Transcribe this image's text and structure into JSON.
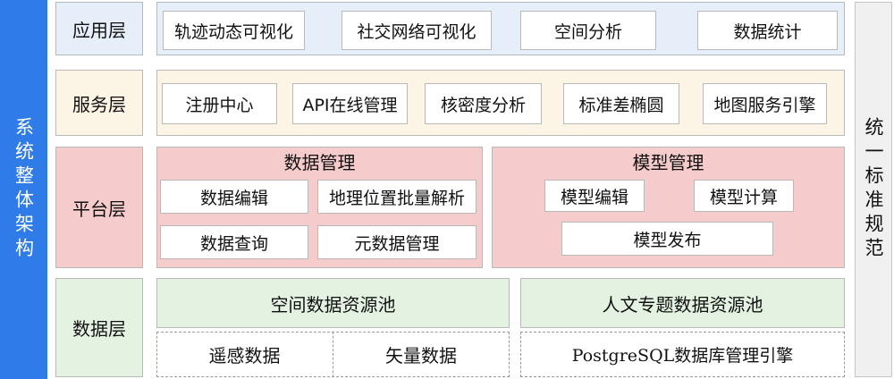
{
  "left_title": "系统整体架构",
  "right_title": "统一标准规范",
  "layers": {
    "app": {
      "label": "应用层",
      "items": [
        "轨迹动态可视化",
        "社交网络可视化",
        "空间分析",
        "数据统计"
      ]
    },
    "service": {
      "label": "服务层",
      "items": [
        "注册中心",
        "API在线管理",
        "核密度分析",
        "标准差椭圆",
        "地图服务引擎"
      ]
    },
    "platform": {
      "label": "平台层",
      "data_mgmt": {
        "title": "数据管理",
        "items": [
          "数据编辑",
          "地理位置批量解析",
          "数据查询",
          "元数据管理"
        ]
      },
      "model_mgmt": {
        "title": "模型管理",
        "items": [
          "模型编辑",
          "模型计算",
          "模型发布"
        ]
      }
    },
    "data": {
      "label": "数据层",
      "spatial_pool": "空间数据资源池",
      "humanities_pool": "人文专题数据资源池",
      "spatial_items": [
        "遥感数据",
        "矢量数据"
      ],
      "engine": "PostgreSQL数据库管理引擎"
    }
  },
  "colors": {
    "left_bar": "#2f7be8",
    "app_fill": "#e6eefa",
    "service_fill": "#fcf4e4",
    "platform_fill": "#f6cbcc",
    "data_fill": "#e4f2e1",
    "label_fill": "#f0f0f0"
  }
}
